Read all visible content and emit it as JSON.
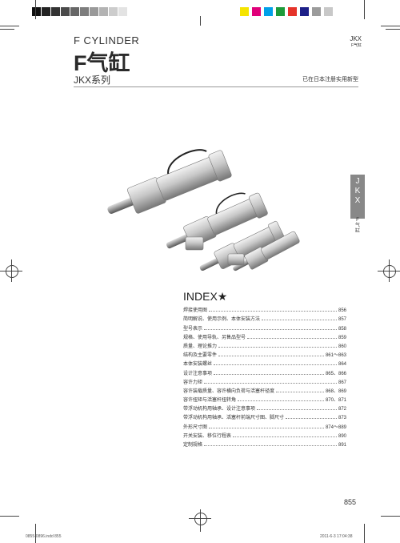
{
  "header": {
    "title_en": "F CYLINDER",
    "title_cn": "F气缸",
    "series": "JKX系列",
    "code": "JKX",
    "code_sub": "F气缸",
    "patent_note": "已在日本注册实用新型"
  },
  "side_tab": {
    "letters": [
      "J",
      "K",
      "X"
    ],
    "label": "F气缸"
  },
  "index": {
    "title": "INDEX★",
    "items": [
      {
        "label": "焊接使用图",
        "page": "856"
      },
      {
        "label": "简明解说、使用示例、本体安装方法",
        "page": "857"
      },
      {
        "label": "型号表示",
        "page": "858"
      },
      {
        "label": "规格、使用导轨、另售品型号",
        "page": "859"
      },
      {
        "label": "质量、理论推力",
        "page": "860"
      },
      {
        "label": "结构及主要零件",
        "page": "861～863"
      },
      {
        "label": "本体安装螺丝",
        "page": "864"
      },
      {
        "label": "设计注意事项",
        "page": "865、866"
      },
      {
        "label": "容许力矩",
        "page": "867"
      },
      {
        "label": "容许装载质量、容许横向负荷与活塞杆径度",
        "page": "868、869"
      },
      {
        "label": "容许扭矩与活塞杆扭转角",
        "page": "870、871"
      },
      {
        "label": "带浮动机构用轴承、设计注意事项",
        "page": "872"
      },
      {
        "label": "带浮动机构用轴承、活塞杆前端尺寸图、脚尺寸",
        "page": "873"
      },
      {
        "label": "外形尺寸图",
        "page": "874～889"
      },
      {
        "label": "开关安装、移位行程表",
        "page": "890"
      },
      {
        "label": "定制规格",
        "page": "891"
      }
    ]
  },
  "page_number": "855",
  "footer": {
    "left": "0855-0896.indd 855",
    "right": "2011-6-3 17:04:38"
  },
  "colors": {
    "gray_strip": [
      "#111111",
      "#222222",
      "#333333",
      "#4a4a4a",
      "#666666",
      "#7d7d7d",
      "#999999",
      "#b3b3b3",
      "#cccccc",
      "#e3e3e3"
    ],
    "color_strip": [
      "#f5e400",
      "#e0007a",
      "#00a0e9",
      "#1d9b3a",
      "#e5332a",
      "#1d2088",
      "#9b9b9b",
      "#c8c8c8"
    ],
    "tab": "#888888"
  }
}
